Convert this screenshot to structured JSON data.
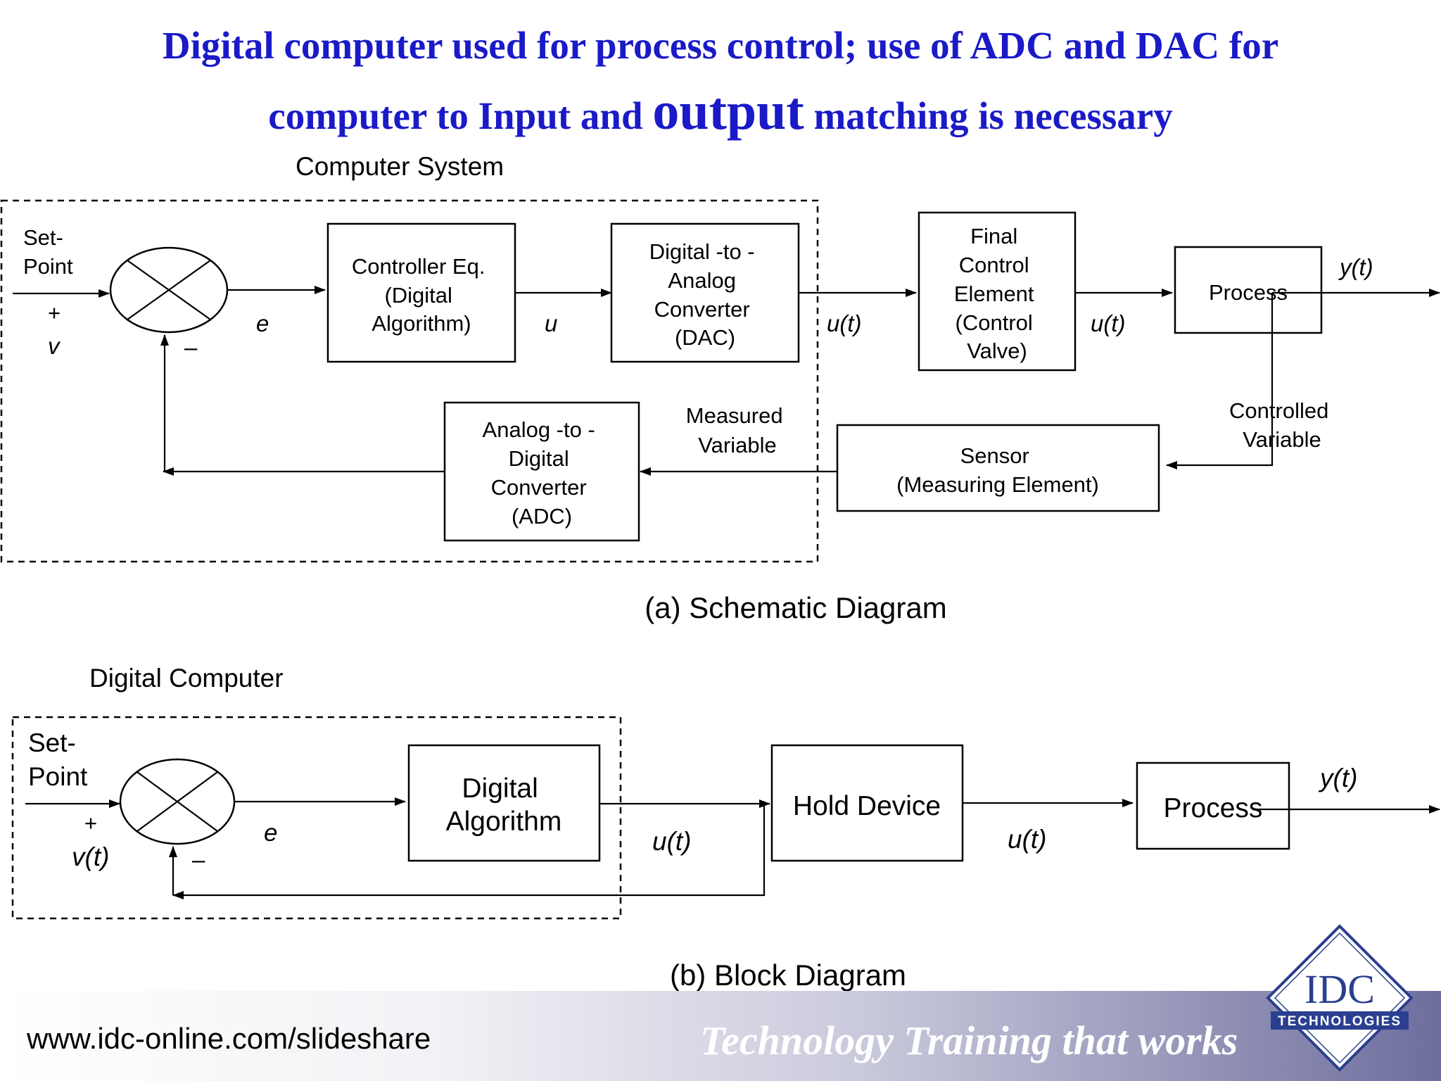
{
  "slide": {
    "title_line1": "Digital computer used for process control; use of ADC and DAC for",
    "title_line2_pre": "computer to Input and ",
    "title_line2_big": "output",
    "title_line2_post": " matching is necessary"
  },
  "diagram_a": {
    "region_label": "Computer System",
    "caption": "(a) Schematic Diagram",
    "setpoint_label": [
      "Set-",
      "Point"
    ],
    "plus_sign": "+",
    "minus_sign": "–",
    "input_var": "v",
    "error_label": "e",
    "u_label": "u",
    "ut_label_1": "u(t)",
    "ut_label_2": "u(t)",
    "output_label": "y(t)",
    "controller_box": [
      "Controller Eq.",
      "(Digital",
      "Algorithm)"
    ],
    "dac_box": [
      "Digital -to -",
      "Analog",
      "Converter",
      "(DAC)"
    ],
    "fce_box": [
      "Final",
      "Control",
      "Element",
      "(Control",
      "Valve)"
    ],
    "process_box": "Process",
    "sensor_box": [
      "Sensor",
      "(Measuring Element)"
    ],
    "adc_box": [
      "Analog -to -",
      "Digital",
      "Converter",
      "(ADC)"
    ],
    "measured_variable": [
      "Measured",
      "Variable"
    ],
    "controlled_variable": [
      "Controlled",
      "Variable"
    ]
  },
  "diagram_b": {
    "region_label": "Digital Computer",
    "caption": "(b) Block Diagram",
    "setpoint_label": [
      "Set-",
      "Point"
    ],
    "plus_sign": "+",
    "minus_sign": "–",
    "input_var": "v(t)",
    "error_label": "e",
    "ut_label_1": "u(t)",
    "ut_label_2": "u(t)",
    "output_label": "y(t)",
    "algorithm_box": [
      "Digital",
      "Algorithm"
    ],
    "hold_box": "Hold Device",
    "process_box": "Process"
  },
  "footer": {
    "url": "www.idc-online.com/slideshare",
    "tagline": "Technology Training that works",
    "logo_text": "IDC",
    "logo_subtext": "TECHNOLOGIES"
  },
  "colors": {
    "title": "#1a1ac8",
    "logo_blue": "#2a3f8f"
  }
}
